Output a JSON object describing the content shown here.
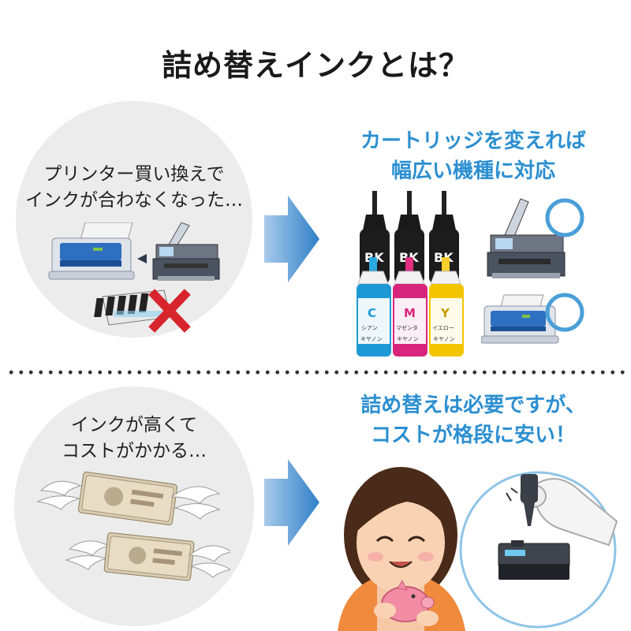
{
  "title": "詰め替えインクとは？",
  "section1": {
    "problem_line1": "プリンター買い換えで",
    "problem_line2": "インクが合わなくなった…",
    "solution_line1": "カートリッジを変えれば",
    "solution_line2": "幅広い機種に対応",
    "bottles": [
      {
        "letter": "C",
        "name": "シアン",
        "color": "#1d9ad6",
        "cap": "#2aa8e0"
      },
      {
        "letter": "M",
        "name": "マゼンタ",
        "color": "#d8257c",
        "cap": "#e0307f"
      },
      {
        "letter": "Y",
        "name": "イエロー",
        "color": "#f3c500",
        "cap": "#f5cf2a"
      }
    ],
    "back_bottle_letters": [
      "BK",
      "BK",
      "BK"
    ],
    "brand_label": "キヤノン"
  },
  "section2": {
    "problem_line1": "インクが高くて",
    "problem_line2": "コストがかかる…",
    "solution_line1": "詰め替えは必要ですが、",
    "solution_line2": "コストが格段に安い！"
  },
  "colors": {
    "accent": "#2c8fd1",
    "arrow": "#2f7fc8",
    "cross": "#d8242c",
    "circle_bg": "#ececec",
    "ok_ring": "#4a9fd8"
  }
}
